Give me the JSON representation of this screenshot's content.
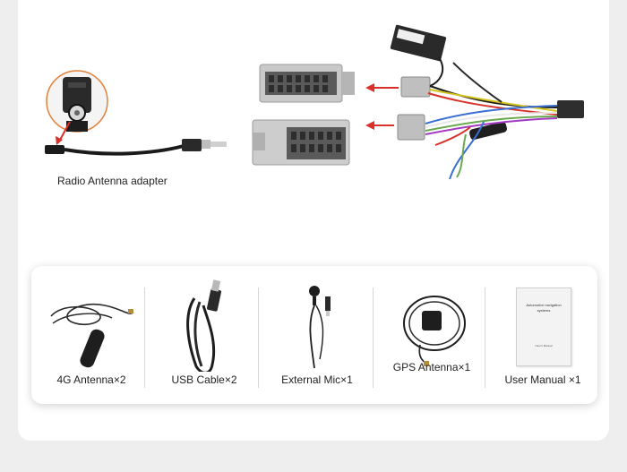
{
  "antenna_adapter": {
    "caption": "Radio Antenna adapter"
  },
  "harness": {
    "module_label_line1": "",
    "arrow_color": "#d7312a"
  },
  "accessories": [
    {
      "name": "4G Antenna",
      "qty": "×2",
      "label": "4G Antenna×2",
      "icon": "4g-antenna"
    },
    {
      "name": "USB Cable",
      "qty": "×2",
      "label": "USB Cable×2",
      "icon": "usb-cable"
    },
    {
      "name": "External Mic",
      "qty": "×1",
      "label": "External Mic×1",
      "icon": "external-mic"
    },
    {
      "name": "GPS Antenna",
      "qty": "×1",
      "label": "GPS Antenna×1",
      "icon": "gps-antenna"
    },
    {
      "name": "User Manual",
      "qty": "×1",
      "label": "User Manual ×1",
      "icon": "user-manual"
    }
  ],
  "manual": {
    "title_line1": "Automotive navigation",
    "title_line2": "systems",
    "subtitle": "User's Manual"
  }
}
